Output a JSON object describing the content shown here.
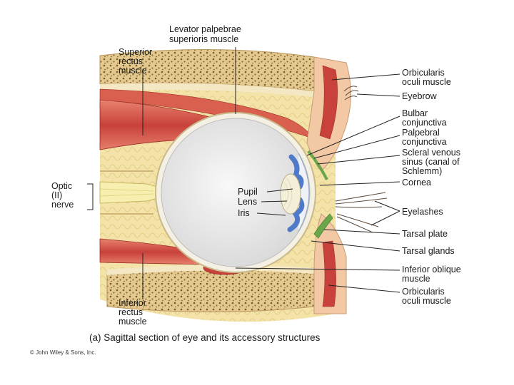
{
  "labels": {
    "levator": [
      "Levator palpebrae",
      "superioris muscle"
    ],
    "superior_rectus": [
      "Superior",
      "rectus",
      "muscle"
    ],
    "orbicularis_top": [
      "Orbicularis",
      "oculi muscle"
    ],
    "eyebrow": [
      "Eyebrow"
    ],
    "bulbar": [
      "Bulbar",
      "conjunctiva"
    ],
    "palpebral": [
      "Palpebral",
      "conjunctiva"
    ],
    "scleral": [
      "Scleral venous",
      "sinus (canal of",
      "Schlemm)"
    ],
    "cornea": [
      "Cornea"
    ],
    "optic": [
      "Optic",
      "(II)",
      "nerve"
    ],
    "pupil": [
      "Pupil"
    ],
    "lens": [
      "Lens"
    ],
    "iris": [
      "Iris"
    ],
    "eyelashes": [
      "Eyelashes"
    ],
    "tarsal_plate": [
      "Tarsal plate"
    ],
    "tarsal_glands": [
      "Tarsal glands"
    ],
    "inferior_oblique": [
      "Inferior oblique",
      "muscle"
    ],
    "orbicularis_bottom": [
      "Orbicularis",
      "oculi muscle"
    ],
    "inferior_rectus": [
      "Inferior",
      "rectus",
      "muscle"
    ]
  },
  "caption": "(a) Sagittal section of eye and its accessory structures",
  "copyright": "© John Wiley & Sons, Inc.",
  "colors": {
    "bone": "#e4c98f",
    "bone_dots": "#7a5a28",
    "fat": "#f3e3a8",
    "muscle": "#c8413a",
    "muscle_light": "#e8826e",
    "skin": "#f2c9a4",
    "eyeball": "#e6e6e6",
    "sclera_edge": "#f4f0e4",
    "iris": "#4f79c9",
    "lens": "#f4efd8",
    "conjunctiva": "#6aa64a",
    "nerve": "#f6efb0"
  },
  "icons": [
    "bracket-icon"
  ]
}
